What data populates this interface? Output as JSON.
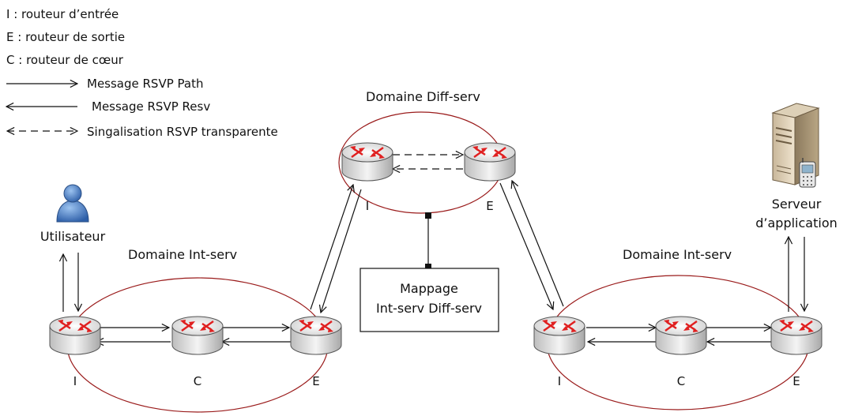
{
  "legend": {
    "ingress": "I : routeur d’entrée",
    "egress": "E : routeur de sortie",
    "core": "C : routeur de cœur",
    "path": "Message RSVP Path",
    "resv": "Message RSVP Resv",
    "transparent": "Singalisation RSVP transparente"
  },
  "domains": {
    "left": "Domaine Int-serv",
    "center": "Domaine Diff-serv",
    "right": "Domaine Int-serv"
  },
  "router_labels": {
    "left_i": "I",
    "left_c": "C",
    "left_e": "E",
    "center_i": "I",
    "center_e": "E",
    "right_i": "I",
    "right_c": "C",
    "right_e": "E"
  },
  "user": {
    "label": "Utilisateur"
  },
  "server": {
    "line1": "Serveur",
    "line2": "d’application"
  },
  "mapping": {
    "line1": "Mappage",
    "line2": "Int-serv Diff-serv"
  },
  "colors": {
    "domain_ellipse": "#9a1b1b",
    "router_arrows": "#e02020",
    "user": "#3b6fb8"
  }
}
